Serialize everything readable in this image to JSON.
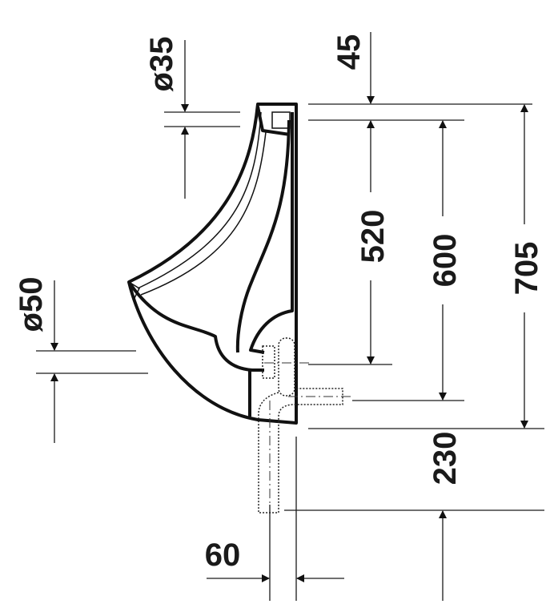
{
  "drawing": {
    "title": "Urinal side view dimension drawing",
    "dimensions": {
      "inlet_diameter": "ø35",
      "top_offset": "45",
      "outlet_height": "520",
      "outlet_connection": "600",
      "total_height": "705",
      "outlet_diameter": "ø50",
      "bottom_to_floor_pipe": "230",
      "pipe_offset": "60"
    },
    "colors": {
      "line": "#111111",
      "background": "#ffffff"
    }
  }
}
